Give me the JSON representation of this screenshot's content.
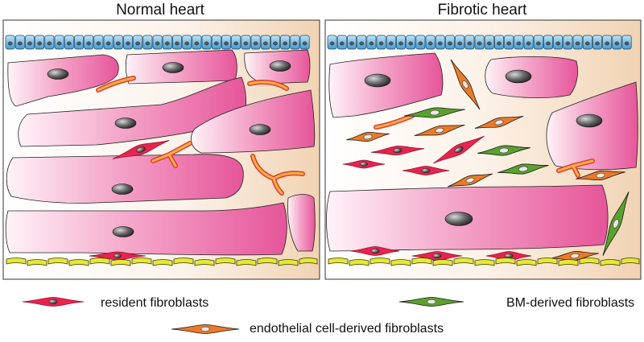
{
  "panels": {
    "left_title": "Normal heart",
    "right_title": "Fibrotic heart"
  },
  "legend": {
    "resident": "resident fibroblasts",
    "bm": "BM-derived fibroblasts",
    "endothelial": "endothelial cell-derived fibroblasts"
  },
  "colors": {
    "resident_fibroblast": "#e8244e",
    "bm_fibroblast": "#5aa22e",
    "endothelial_fibroblast": "#ec7a28",
    "cardiomyocyte": "#e9559a",
    "capillary": "#f0a043",
    "epithelium": "#5aaede",
    "basement": "#e6e835"
  }
}
